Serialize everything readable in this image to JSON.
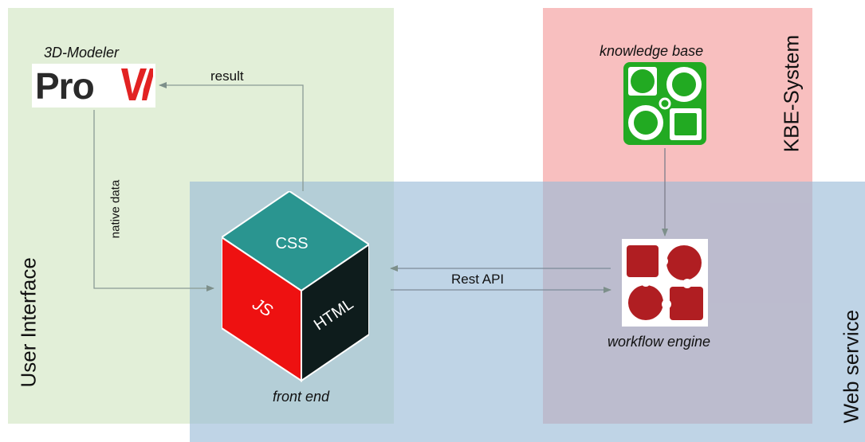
{
  "regions": {
    "user_interface": "User Interface",
    "kbe_system": "KBE-System",
    "web_service": "Web service"
  },
  "nodes": {
    "modeler_caption": "3D-Modeler",
    "modeler_logo_text": "Pro",
    "knowledge_base": "knowledge base",
    "workflow_engine": "workflow engine",
    "front_end": "front end",
    "cube": {
      "top": "CSS",
      "left": "JS",
      "right": "HTML"
    }
  },
  "edges": {
    "result": "result",
    "native_data": "native data",
    "rest_api": "Rest API"
  },
  "colors": {
    "ui_region": "#e2efd8",
    "kbe_region": "#f8bfbf",
    "web_service_region": "#97b9d7",
    "cube_top": "#2a9590",
    "cube_left": "#ee1111",
    "cube_right": "#0e1c1c",
    "knowledge_base_icon": "#22aa22",
    "workflow_icon": "#b01e22",
    "logo_accent": "#e22222"
  },
  "icons": {
    "logo": "provi-logo-icon",
    "knowledge_base": "gears-icon",
    "workflow_engine": "gears-icon",
    "front_end": "web-cube-icon"
  }
}
